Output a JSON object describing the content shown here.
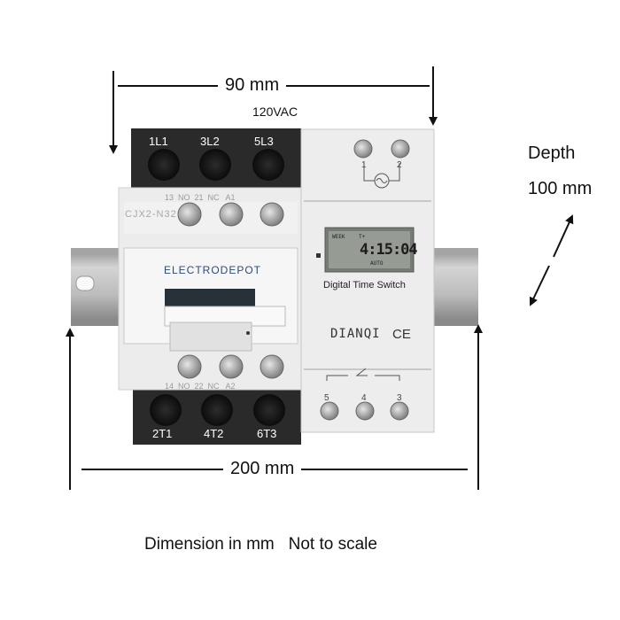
{
  "dimensions": {
    "width_label": "90 mm",
    "voltage_label": "120VAC",
    "depth_label": "Depth",
    "depth_value": "100 mm",
    "length_label": "200 mm",
    "footnote": "Dimension in mm   Not to scale"
  },
  "contactor": {
    "top_terminals": [
      "1L1",
      "3L2",
      "5L3"
    ],
    "aux_top_label": "13  NO  21  NC   A1",
    "model": "CJX2-N32",
    "brand": "ELECTRODEPOT",
    "aux_bottom_label": "14  NO  22  NC   A2",
    "bottom_terminals": [
      "2T1",
      "4T2",
      "6T3"
    ]
  },
  "timer": {
    "top_pins": [
      "1",
      "2"
    ],
    "title": "Digital Time Switch",
    "brand": "DIANQI",
    "mark": "CE",
    "lcd_left": "WEEK",
    "lcd_mid": "T+",
    "lcd_time": "4:15:04",
    "lcd_sub": "AUTO",
    "bottom_pins": [
      "5",
      "4",
      "3"
    ]
  },
  "colors": {
    "terminal_block": "#2a2a2a",
    "housing": "#ececec",
    "din_rail": "#b9b9b9"
  }
}
